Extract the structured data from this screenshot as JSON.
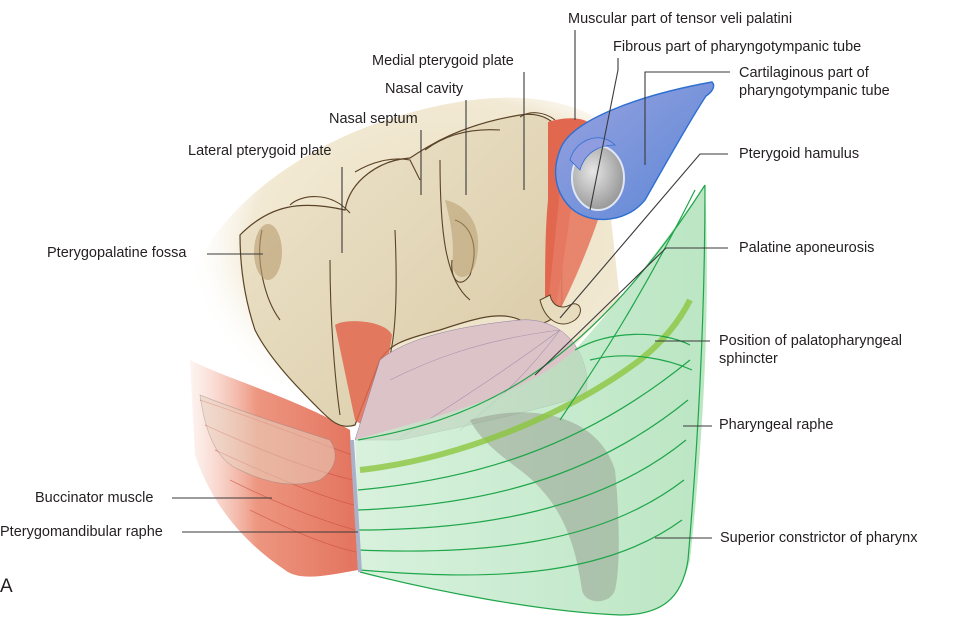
{
  "figure": {
    "panel_letter": "A",
    "subject": "Soft palate and superior constrictor of pharynx — posterolateral view",
    "colors": {
      "bone": "#e8dcbf",
      "bone_shadow": "#a8916a",
      "bone_outline": "#5a4327",
      "muscle": "#e2674f",
      "muscle_light": "#f2a58f",
      "tube_cartilage": "#7f8fd8",
      "tube_outline": "#2e6fd0",
      "tube_lumen": "#b8b8b8",
      "aponeurosis": "#dcc3c8",
      "constrictor": "#b9e4bf",
      "constrictor_line": "#1fa64a",
      "sphincter_band": "#8cc63f",
      "raphe": "#aab1c8",
      "label_text": "#231f20",
      "leader_line": "#3a3a3a"
    }
  },
  "labels": {
    "muscular_tensor": "Muscular part of tensor veli palatini",
    "fibrous_tube": "Fibrous part of pharyngotympanic tube",
    "cartilaginous_tube": "Cartilaginous part of\npharyngotympanic tube",
    "medial_plate": "Medial pterygoid plate",
    "nasal_cavity": "Nasal cavity",
    "nasal_septum": "Nasal septum",
    "lateral_plate": "Lateral pterygoid plate",
    "pterygopalatine_fossa": "Pterygopalatine fossa",
    "pterygoid_hamulus": "Pterygoid hamulus",
    "palatine_aponeurosis": "Palatine aponeurosis",
    "palatopharyngeal_sphincter": "Position of palatopharyngeal\nsphincter",
    "pharyngeal_raphe": "Pharyngeal raphe",
    "buccinator": "Buccinator muscle",
    "pterygomandibular_raphe": "Pterygomandibular raphe",
    "superior_constrictor": "Superior constrictor of pharynx"
  }
}
